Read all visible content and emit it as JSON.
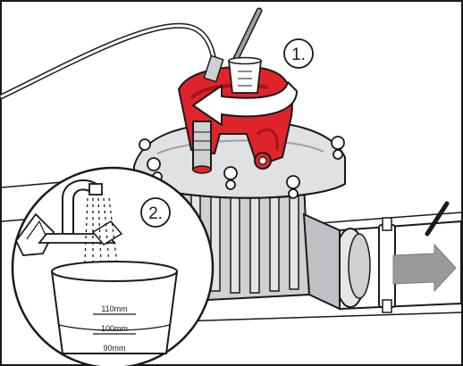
{
  "steps": [
    {
      "label": "1."
    },
    {
      "label": "2."
    }
  ],
  "cup": {
    "marks": [
      {
        "label": "110mm"
      },
      {
        "label": "100mm"
      },
      {
        "label": "90mm"
      }
    ]
  },
  "colors": {
    "outline": "#1a1a1a",
    "valve_red": "#e0242b",
    "valve_red_dark": "#a3161b",
    "body_gray": "#cfd0d2",
    "body_gray_dark": "#9d9fa3",
    "arrow_gray": "#9a9a9a",
    "background": "#ffffff"
  },
  "icons": [
    "rotate-arrow-icon",
    "flow-direction-arrow-icon",
    "tap-icon",
    "measuring-cup-icon"
  ]
}
